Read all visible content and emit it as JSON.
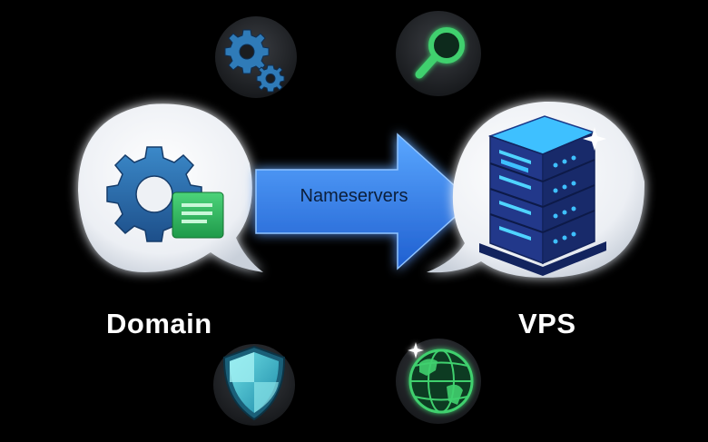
{
  "domain": {
    "label": "Domain"
  },
  "vps": {
    "label": "VPS"
  },
  "arrow": {
    "label": "Nameservers"
  },
  "icons": {
    "top_left": "gears-icon",
    "top_right": "magnifier-icon",
    "bottom_left": "shield-icon",
    "bottom_right": "globe-icon",
    "domain": "gear-document-icon",
    "vps": "server-rack-icon"
  },
  "colors": {
    "background": "#000000",
    "arrow": "#2f7fe6",
    "accent_blue": "#2d6fb0",
    "accent_green": "#34c46a",
    "server_body": "#1d2f73",
    "server_lights": "#3ec0ff"
  }
}
